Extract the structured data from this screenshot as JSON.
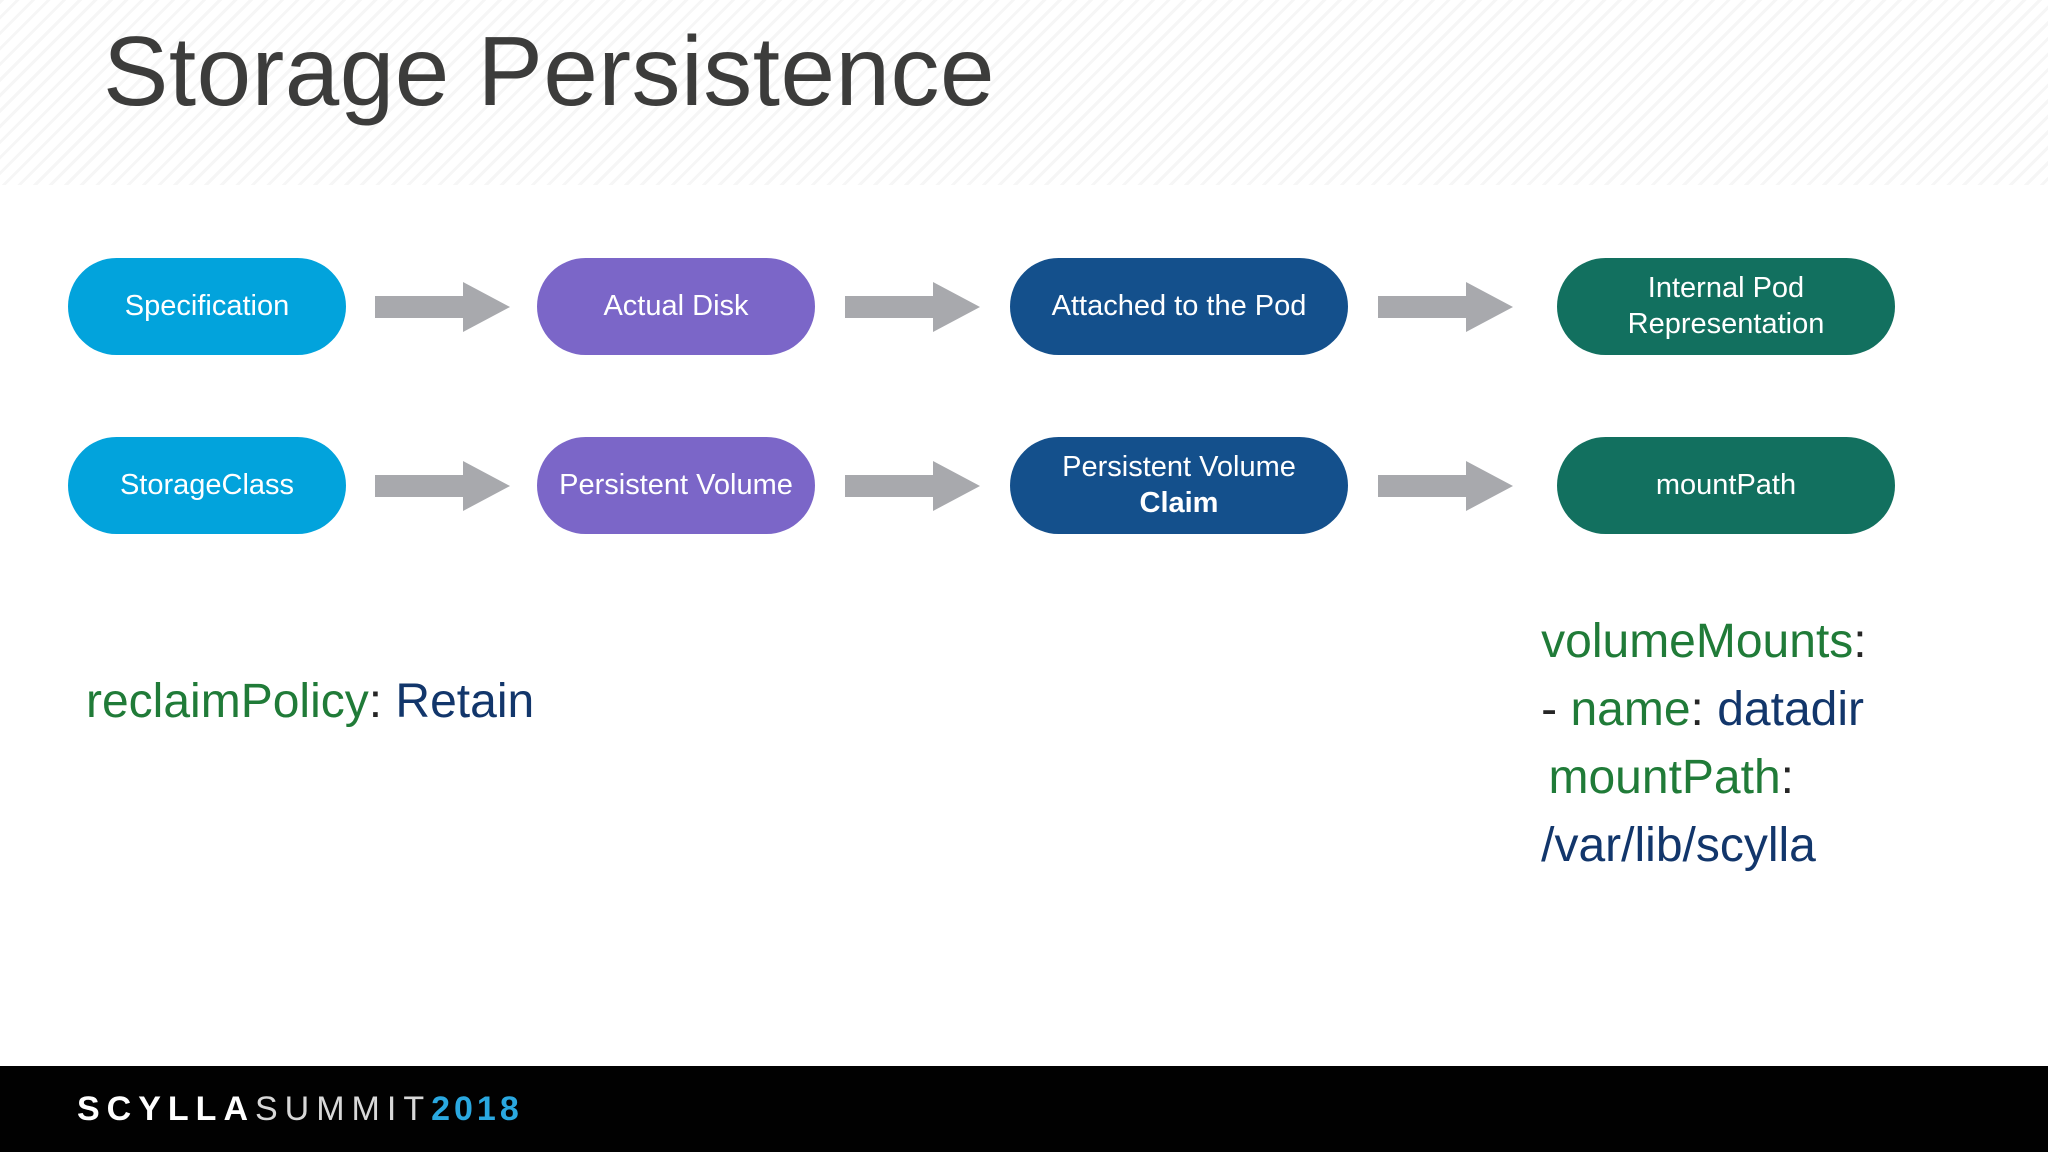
{
  "slide": {
    "title": "Storage Persistence",
    "background_color": "#ffffff",
    "title_color": "#3c3c3b"
  },
  "palette": {
    "cyan": "#02a3dc",
    "purple": "#7b66c8",
    "navy": "#14508c",
    "green": "#12705f",
    "arrow_gray": "#a8a9ad",
    "yaml_key_green": "#207b38",
    "yaml_value_navy": "#12366b",
    "footer_black": "#010101",
    "footer_accent": "#2aa8e0"
  },
  "flow": {
    "rows": [
      {
        "name": "concept-row",
        "nodes": [
          {
            "label": "Specification",
            "color": "cyan"
          },
          {
            "label": "Actual Disk",
            "color": "purple"
          },
          {
            "label": "Attached to the Pod",
            "color": "navy"
          },
          {
            "label": "Internal Pod Representation",
            "color": "green"
          }
        ],
        "connectors": [
          "arrow-right",
          "arrow-right",
          "arrow-right"
        ]
      },
      {
        "name": "kubernetes-row",
        "nodes": [
          {
            "label": "StorageClass",
            "color": "cyan"
          },
          {
            "label": "Persistent Volume",
            "color": "purple"
          },
          {
            "label": "Persistent Volume Claim",
            "color": "navy",
            "label_plain": "Persistent Volume ",
            "label_bold": "Claim"
          },
          {
            "label": "mountPath",
            "color": "green"
          }
        ],
        "connectors": [
          "arrow-right",
          "arrow-right",
          "arrow-right"
        ]
      }
    ]
  },
  "code_left": {
    "key": "reclaimPolicy",
    "colon": ":",
    "value": "Retain"
  },
  "code_right": {
    "line1_key": "volumeMounts",
    "line1_colon": ":",
    "line2_dash": "-",
    "line2_key": "name",
    "line2_colon": ":",
    "line2_value": "datadir",
    "line3_key": "mountPath",
    "line3_colon": ":",
    "line4_value": "/var/lib/scylla"
  },
  "footer": {
    "brand": "SCYLLA",
    "event": "SUMMIT",
    "year": "2018"
  }
}
